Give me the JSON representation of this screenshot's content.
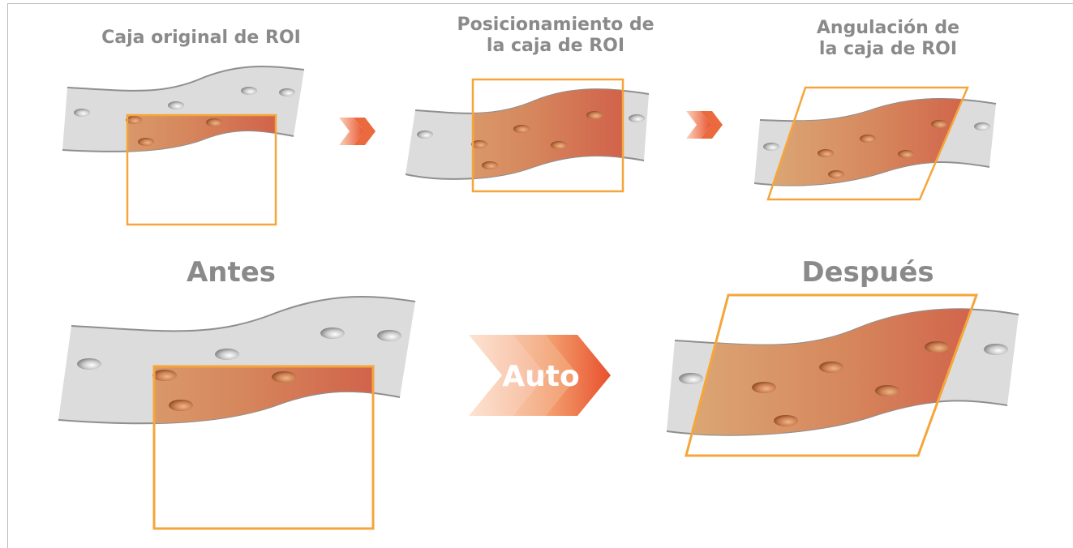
{
  "labels": {
    "step1": "Caja original de ROI",
    "step2_line1": "Posicionamiento de",
    "step2_line2": "la caja de ROI",
    "step3_line1": "Angulación de",
    "step3_line2": "la caja de ROI",
    "before": "Antes",
    "after": "Después",
    "auto": "Auto"
  },
  "colors": {
    "roi_box": "#f5a53a",
    "band_gray": "#dcdcdc",
    "band_edge": "#8f8f8f",
    "tissue_start": "#d9a570",
    "tissue_end": "#cf5a45",
    "arrow_light": "#fbd9c2",
    "arrow_dark": "#e8502d",
    "label_gray": "#8a8a8a"
  }
}
